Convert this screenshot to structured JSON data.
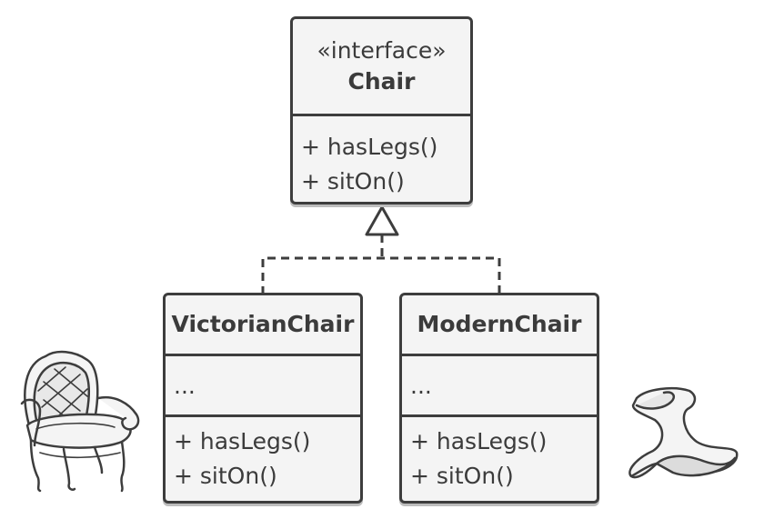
{
  "interface_class": {
    "stereotype": "«interface»",
    "name": "Chair",
    "methods": [
      "+ hasLegs()",
      "+ sitOn()"
    ]
  },
  "victorian_class": {
    "name": "VictorianChair",
    "fields": "...",
    "methods": [
      "+ hasLegs()",
      "+ sitOn()"
    ]
  },
  "modern_class": {
    "name": "ModernChair",
    "fields": "...",
    "methods": [
      "+ hasLegs()",
      "+ sitOn()"
    ]
  },
  "colors": {
    "stroke": "#3d3d3d",
    "fill": "#f4f4f4",
    "shadow": "#bdbdbd"
  },
  "icons": [
    "victorian-armchair-icon",
    "modern-lounge-chair-icon"
  ]
}
